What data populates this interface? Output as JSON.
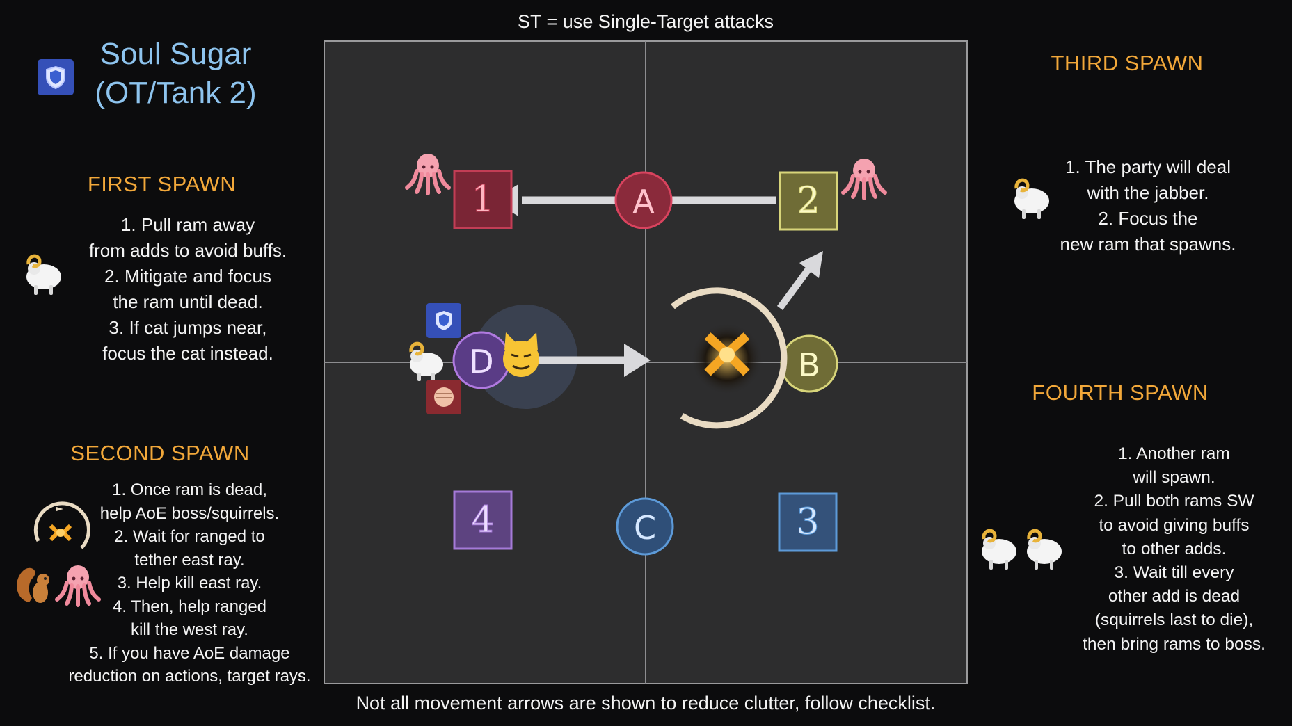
{
  "header": {
    "title_line1": "Soul Sugar",
    "title_line2": "(OT/Tank 2)",
    "role_icon": "tank-shield-icon"
  },
  "top_caption": "ST = use Single-Target attacks",
  "bottom_caption": "Not all movement arrows are shown to reduce clutter, follow checklist.",
  "first_spawn": {
    "heading": "FIRST SPAWN",
    "lines": [
      "1. Pull ram away",
      "from adds to avoid buffs.",
      "2. Mitigate and focus",
      "the ram until dead.",
      "3. If cat jumps near,",
      "focus the cat instead."
    ],
    "icons": [
      "ram-icon"
    ]
  },
  "second_spawn": {
    "heading": "SECOND SPAWN",
    "lines": [
      "1. Once ram is dead,",
      "help AoE boss/squirrels.",
      "2. Wait for ranged to",
      "tether east ray.",
      "3. Help kill east ray.",
      "4. Then, help ranged",
      "kill the west ray.",
      "5. If you have AoE damage",
      "reduction on actions, target rays."
    ],
    "icons": [
      "boss-icon",
      "squirrel-icon",
      "squid-icon"
    ]
  },
  "third_spawn": {
    "heading": "THIRD SPAWN",
    "lines": [
      "1. The party will deal",
      "with the jabber.",
      "2. Focus the",
      "new ram that spawns."
    ],
    "icons": [
      "ram-icon"
    ]
  },
  "fourth_spawn": {
    "heading": "FOURTH SPAWN",
    "lines": [
      "1. Another ram",
      "will spawn.",
      "2. Pull both rams SW",
      "to avoid giving buffs",
      "to other adds.",
      "3. Wait till every",
      "other add is dead",
      "(squirrels last to die),",
      "then bring rams to boss."
    ],
    "icons": [
      "ram-icon",
      "ram-icon"
    ]
  },
  "arena": {
    "waymarks": {
      "w1": "1",
      "w2": "2",
      "w3": "3",
      "w4": "4",
      "wA": "A",
      "wB": "B",
      "wC": "C",
      "wD": "D"
    },
    "colors": {
      "w1": "#c23d55",
      "w2": "#d8d57a",
      "w3": "#5d9ad8",
      "w4": "#a57ad8",
      "wA": "#d9435e",
      "wB": "#d8d57a",
      "wC": "#5d9ad8",
      "wD": "#b07ae0",
      "floor": "#2d2d2e",
      "boss": "#f5a623",
      "arrow": "#d9d9dc"
    },
    "tokens": [
      "squid-icon",
      "squid-icon",
      "tank-shield-icon",
      "ram-icon",
      "fist-icon",
      "cat-icon",
      "boss-icon"
    ]
  }
}
